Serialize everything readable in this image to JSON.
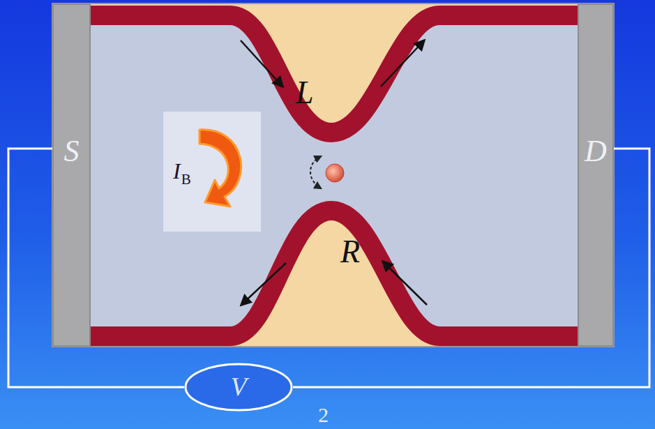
{
  "diagram": {
    "nodes": [
      {
        "text": [
          "S"
        ]
      },
      {
        "text": [
          "I",
          "B"
        ]
      },
      {
        "text": [
          "D"
        ]
      },
      {
        "text": [
          "V"
        ]
      }
    ],
    "edges": [
      {
        "from": 0,
        "to": 3,
        "arrow": "none"
      },
      {
        "from": 2,
        "to": 3,
        "arrow": "none"
      }
    ],
    "labels": [
      "L",
      "R",
      "2"
    ]
  }
}
